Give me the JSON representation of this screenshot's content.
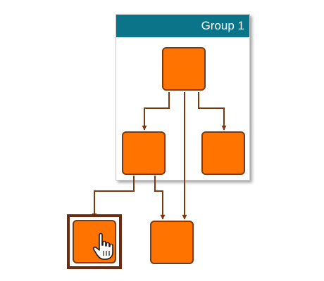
{
  "group": {
    "title": "Group 1"
  },
  "colors": {
    "group_header": "#0c7489",
    "node_fill": "#ff7300",
    "node_border": "#7a3a10",
    "link": "#7a3a10",
    "selection": "#6b2b12"
  },
  "nodes": [
    {
      "id": "n1",
      "in_group": true
    },
    {
      "id": "n2",
      "in_group": true
    },
    {
      "id": "n3",
      "in_group": true
    },
    {
      "id": "n4",
      "in_group": false,
      "selected": true
    },
    {
      "id": "n5",
      "in_group": false
    }
  ],
  "edges": [
    {
      "from": "n1",
      "to": "n2"
    },
    {
      "from": "n1",
      "to": "n3"
    },
    {
      "from": "n1",
      "to": "n5"
    },
    {
      "from": "n2",
      "to": "n4"
    },
    {
      "from": "n2",
      "to": "n5"
    }
  ],
  "cursor": {
    "icon": "hand-pointer-icon"
  }
}
